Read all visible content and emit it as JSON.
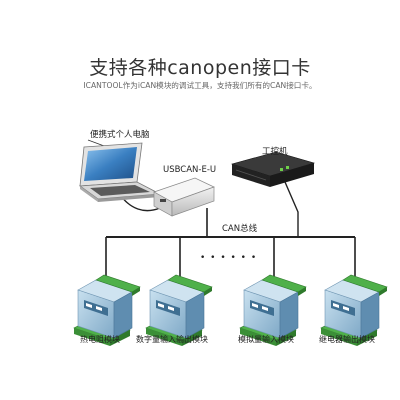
{
  "header": {
    "title": "支持各种canopen接口卡",
    "subtitle": "ICANTOOL作为iCAN模块的调试工具，支持我们所有的CAN接口卡。"
  },
  "devices": {
    "laptop_label": "便携式个人电脑",
    "usbcan_label": "USBCAN-E-U",
    "ipc_label": "工控机",
    "bus_label": "CAN总线",
    "ellipsis": "• • • • • •"
  },
  "modules": [
    {
      "label": "热电阻模块"
    },
    {
      "label": "数字量输入输出模块"
    },
    {
      "label": "模拟量输入模块"
    },
    {
      "label": "继电器输出模块"
    }
  ],
  "colors": {
    "module_body": "#9fc4dc",
    "module_dark": "#3f6f92",
    "terminal_green": "#4fb04a",
    "laptop_screen": "#3a7fc1"
  }
}
